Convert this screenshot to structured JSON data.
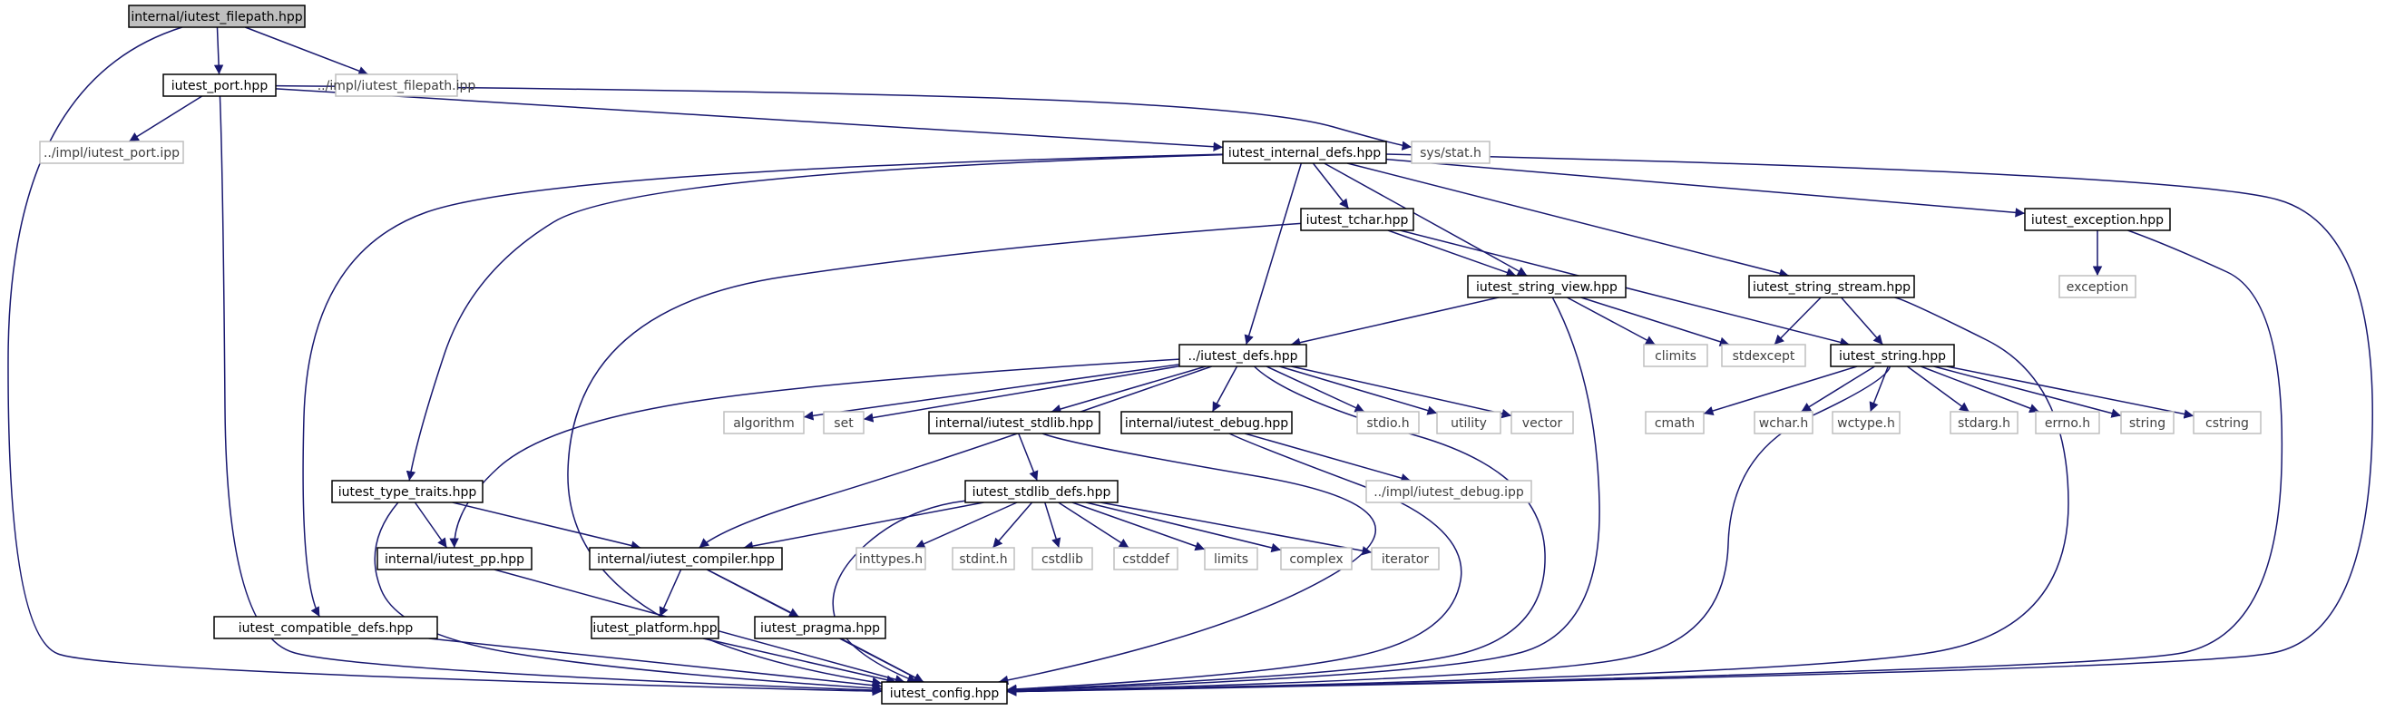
{
  "colors": {
    "edge": "#191970",
    "local_border": "#000000",
    "system_border": "#bfbfbf",
    "root_fill": "#bfbfbf",
    "local_text": "#000000",
    "system_text": "#404040"
  },
  "nodes": [
    {
      "id": "n_filepath",
      "label": "internal/iutest_filepath.hpp",
      "kind": "root"
    },
    {
      "id": "n_port",
      "label": "iutest_port.hpp",
      "kind": "local"
    },
    {
      "id": "n_filepath_ipp",
      "label": "../impl/iutest_filepath.ipp",
      "kind": "system"
    },
    {
      "id": "n_port_ipp",
      "label": "../impl/iutest_port.ipp",
      "kind": "system"
    },
    {
      "id": "n_internal_defs",
      "label": "iutest_internal_defs.hpp",
      "kind": "local"
    },
    {
      "id": "n_sysstat",
      "label": "sys/stat.h",
      "kind": "system"
    },
    {
      "id": "n_tchar",
      "label": "iutest_tchar.hpp",
      "kind": "local"
    },
    {
      "id": "n_exception_hpp",
      "label": "iutest_exception.hpp",
      "kind": "local"
    },
    {
      "id": "n_exception",
      "label": "exception",
      "kind": "system"
    },
    {
      "id": "n_string_view",
      "label": "iutest_string_view.hpp",
      "kind": "local"
    },
    {
      "id": "n_string_stream",
      "label": "iutest_string_stream.hpp",
      "kind": "local"
    },
    {
      "id": "n_defs",
      "label": "../iutest_defs.hpp",
      "kind": "local"
    },
    {
      "id": "n_climits",
      "label": "climits",
      "kind": "system"
    },
    {
      "id": "n_stdexcept",
      "label": "stdexcept",
      "kind": "system"
    },
    {
      "id": "n_string_hpp",
      "label": "iutest_string.hpp",
      "kind": "local"
    },
    {
      "id": "n_algorithm",
      "label": "algorithm",
      "kind": "system"
    },
    {
      "id": "n_set",
      "label": "set",
      "kind": "system"
    },
    {
      "id": "n_stdlib_hpp",
      "label": "internal/iutest_stdlib.hpp",
      "kind": "local"
    },
    {
      "id": "n_debug_hpp",
      "label": "internal/iutest_debug.hpp",
      "kind": "local"
    },
    {
      "id": "n_stdio",
      "label": "stdio.h",
      "kind": "system"
    },
    {
      "id": "n_utility",
      "label": "utility",
      "kind": "system"
    },
    {
      "id": "n_vector",
      "label": "vector",
      "kind": "system"
    },
    {
      "id": "n_cmath",
      "label": "cmath",
      "kind": "system"
    },
    {
      "id": "n_wchar",
      "label": "wchar.h",
      "kind": "system"
    },
    {
      "id": "n_wctype",
      "label": "wctype.h",
      "kind": "system"
    },
    {
      "id": "n_stdarg",
      "label": "stdarg.h",
      "kind": "system"
    },
    {
      "id": "n_errno",
      "label": "errno.h",
      "kind": "system"
    },
    {
      "id": "n_string",
      "label": "string",
      "kind": "system"
    },
    {
      "id": "n_cstring",
      "label": "cstring",
      "kind": "system"
    },
    {
      "id": "n_debug_ipp",
      "label": "../impl/iutest_debug.ipp",
      "kind": "system"
    },
    {
      "id": "n_type_traits",
      "label": "iutest_type_traits.hpp",
      "kind": "local"
    },
    {
      "id": "n_stdlib_defs",
      "label": "iutest_stdlib_defs.hpp",
      "kind": "local"
    },
    {
      "id": "n_pp",
      "label": "internal/iutest_pp.hpp",
      "kind": "local"
    },
    {
      "id": "n_compiler",
      "label": "internal/iutest_compiler.hpp",
      "kind": "local"
    },
    {
      "id": "n_inttypes",
      "label": "inttypes.h",
      "kind": "system"
    },
    {
      "id": "n_stdint",
      "label": "stdint.h",
      "kind": "system"
    },
    {
      "id": "n_cstdlib",
      "label": "cstdlib",
      "kind": "system"
    },
    {
      "id": "n_cstddef",
      "label": "cstddef",
      "kind": "system"
    },
    {
      "id": "n_limits",
      "label": "limits",
      "kind": "system"
    },
    {
      "id": "n_complex",
      "label": "complex",
      "kind": "system"
    },
    {
      "id": "n_iterator",
      "label": "iterator",
      "kind": "system"
    },
    {
      "id": "n_compatible",
      "label": "iutest_compatible_defs.hpp",
      "kind": "local"
    },
    {
      "id": "n_platform",
      "label": "iutest_platform.hpp",
      "kind": "local"
    },
    {
      "id": "n_pragma",
      "label": "iutest_pragma.hpp",
      "kind": "local"
    },
    {
      "id": "n_config",
      "label": "iutest_config.hpp",
      "kind": "local"
    }
  ],
  "edges": [
    [
      "n_filepath",
      "n_port"
    ],
    [
      "n_filepath",
      "n_filepath_ipp"
    ],
    [
      "n_filepath",
      "n_config"
    ],
    [
      "n_port",
      "n_port_ipp"
    ],
    [
      "n_port",
      "n_internal_defs"
    ],
    [
      "n_port",
      "n_sysstat"
    ],
    [
      "n_port",
      "n_config"
    ],
    [
      "n_internal_defs",
      "n_tchar"
    ],
    [
      "n_internal_defs",
      "n_string_view"
    ],
    [
      "n_internal_defs",
      "n_defs"
    ],
    [
      "n_internal_defs",
      "n_string_stream"
    ],
    [
      "n_internal_defs",
      "n_exception_hpp"
    ],
    [
      "n_internal_defs",
      "n_type_traits"
    ],
    [
      "n_internal_defs",
      "n_compatible"
    ],
    [
      "n_internal_defs",
      "n_config"
    ],
    [
      "n_tchar",
      "n_string_view"
    ],
    [
      "n_tchar",
      "n_string_hpp"
    ],
    [
      "n_tchar",
      "n_config"
    ],
    [
      "n_exception_hpp",
      "n_exception"
    ],
    [
      "n_exception_hpp",
      "n_config"
    ],
    [
      "n_string_view",
      "n_defs"
    ],
    [
      "n_string_view",
      "n_climits"
    ],
    [
      "n_string_view",
      "n_stdexcept"
    ],
    [
      "n_string_view",
      "n_config"
    ],
    [
      "n_string_stream",
      "n_stdexcept"
    ],
    [
      "n_string_stream",
      "n_string_hpp"
    ],
    [
      "n_string_stream",
      "n_config"
    ],
    [
      "n_defs",
      "n_algorithm"
    ],
    [
      "n_defs",
      "n_set"
    ],
    [
      "n_defs",
      "n_stdlib_hpp"
    ],
    [
      "n_defs",
      "n_debug_hpp"
    ],
    [
      "n_defs",
      "n_stdio"
    ],
    [
      "n_defs",
      "n_utility"
    ],
    [
      "n_defs",
      "n_vector"
    ],
    [
      "n_defs",
      "n_pp"
    ],
    [
      "n_defs",
      "n_compiler"
    ],
    [
      "n_defs",
      "n_config"
    ],
    [
      "n_string_hpp",
      "n_cmath"
    ],
    [
      "n_string_hpp",
      "n_wchar"
    ],
    [
      "n_string_hpp",
      "n_wctype"
    ],
    [
      "n_string_hpp",
      "n_stdarg"
    ],
    [
      "n_string_hpp",
      "n_errno"
    ],
    [
      "n_string_hpp",
      "n_string"
    ],
    [
      "n_string_hpp",
      "n_cstring"
    ],
    [
      "n_string_hpp",
      "n_config"
    ],
    [
      "n_stdlib_hpp",
      "n_stdlib_defs"
    ],
    [
      "n_stdlib_hpp",
      "n_config"
    ],
    [
      "n_debug_hpp",
      "n_debug_ipp"
    ],
    [
      "n_debug_hpp",
      "n_config"
    ],
    [
      "n_type_traits",
      "n_pp"
    ],
    [
      "n_type_traits",
      "n_compiler"
    ],
    [
      "n_type_traits",
      "n_config"
    ],
    [
      "n_stdlib_defs",
      "n_compiler"
    ],
    [
      "n_stdlib_defs",
      "n_inttypes"
    ],
    [
      "n_stdlib_defs",
      "n_stdint"
    ],
    [
      "n_stdlib_defs",
      "n_cstdlib"
    ],
    [
      "n_stdlib_defs",
      "n_cstddef"
    ],
    [
      "n_stdlib_defs",
      "n_limits"
    ],
    [
      "n_stdlib_defs",
      "n_complex"
    ],
    [
      "n_stdlib_defs",
      "n_iterator"
    ],
    [
      "n_stdlib_defs",
      "n_config"
    ],
    [
      "n_pp",
      "n_config"
    ],
    [
      "n_compiler",
      "n_platform"
    ],
    [
      "n_compiler",
      "n_pragma"
    ],
    [
      "n_compiler",
      "n_config"
    ],
    [
      "n_compatible",
      "n_config"
    ],
    [
      "n_platform",
      "n_config"
    ],
    [
      "n_pragma",
      "n_config"
    ]
  ]
}
